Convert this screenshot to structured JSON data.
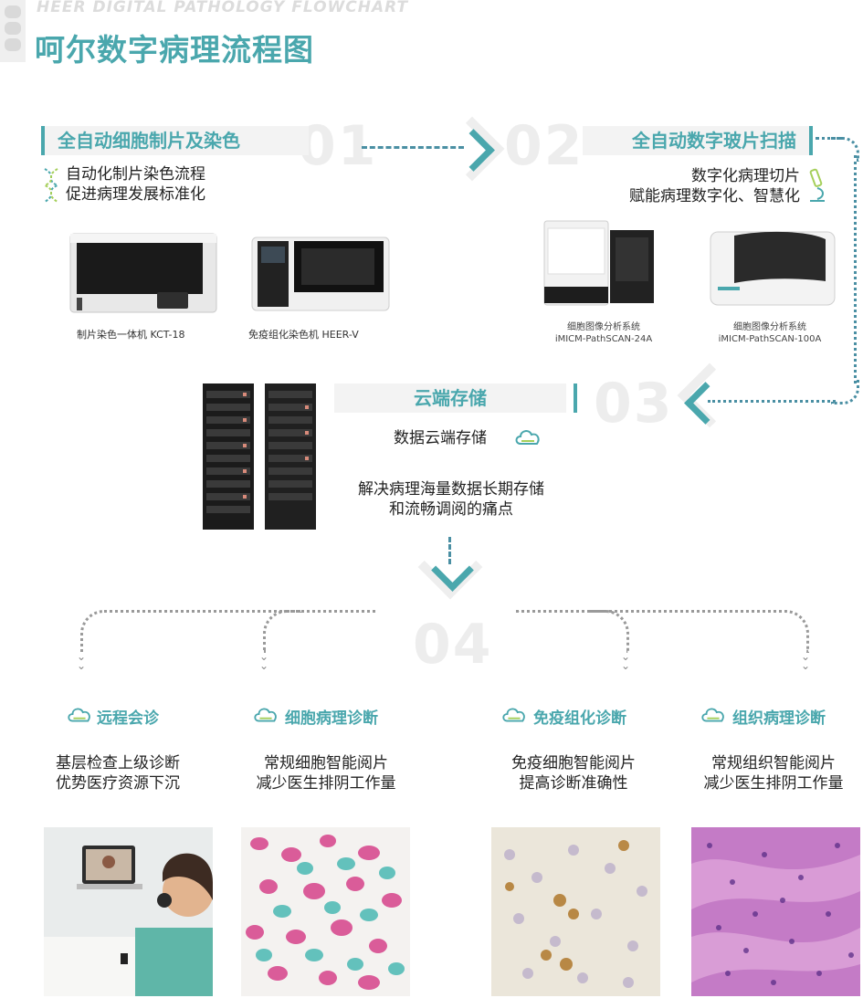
{
  "header": {
    "subtitle_en": "HEER DIGITAL PATHOLOGY FLOWCHART",
    "title": "呵尔数字病理流程图"
  },
  "steps": [
    {
      "number": "01",
      "heading": "全自动细胞制片及染色",
      "lines": [
        "自动化制片染色流程",
        "促进病理发展标准化"
      ],
      "icon": "dna-icon",
      "devices": [
        {
          "caption": "制片染色一体机 KCT-18"
        },
        {
          "caption": "免疫组化染色机 HEER-V"
        }
      ]
    },
    {
      "number": "02",
      "heading": "全自动数字玻片扫描",
      "lines": [
        "数字化病理切片",
        "赋能病理数字化、智慧化"
      ],
      "icon": "microscope-icon",
      "devices": [
        {
          "caption_line1": "细胞图像分析系统",
          "caption_line2": "iMICM-PathSCAN-24A"
        },
        {
          "caption_line1": "细胞图像分析系统",
          "caption_line2": "iMICM-PathSCAN-100A"
        }
      ]
    },
    {
      "number": "03",
      "heading": "云端存储",
      "line1": "数据云端存储",
      "lines": [
        "解决病理海量数据长期存储",
        "和流畅调阅的痛点"
      ],
      "icon": "cloud-icon"
    },
    {
      "number": "04"
    }
  ],
  "applications": [
    {
      "heading": "远程会诊",
      "lines": [
        "基层检查上级诊断",
        "优势医疗资源下沉"
      ],
      "photo": "telemedicine-photo"
    },
    {
      "heading": "细胞病理诊断",
      "lines": [
        "常规细胞智能阅片",
        "减少医生排阴工作量"
      ],
      "photo": "cytology-slide-photo"
    },
    {
      "heading": "免疫组化诊断",
      "lines": [
        "免疫细胞智能阅片",
        "提高诊断准确性"
      ],
      "photo": "ihc-slide-photo"
    },
    {
      "heading": "组织病理诊断",
      "lines": [
        "常规组织智能阅片",
        "减少医生排阴工作量"
      ],
      "photo": "histology-slide-photo"
    }
  ],
  "colors": {
    "accent": "#4aa7ad",
    "connector": "#4a8fa3",
    "number_watermark": "#ededed"
  }
}
